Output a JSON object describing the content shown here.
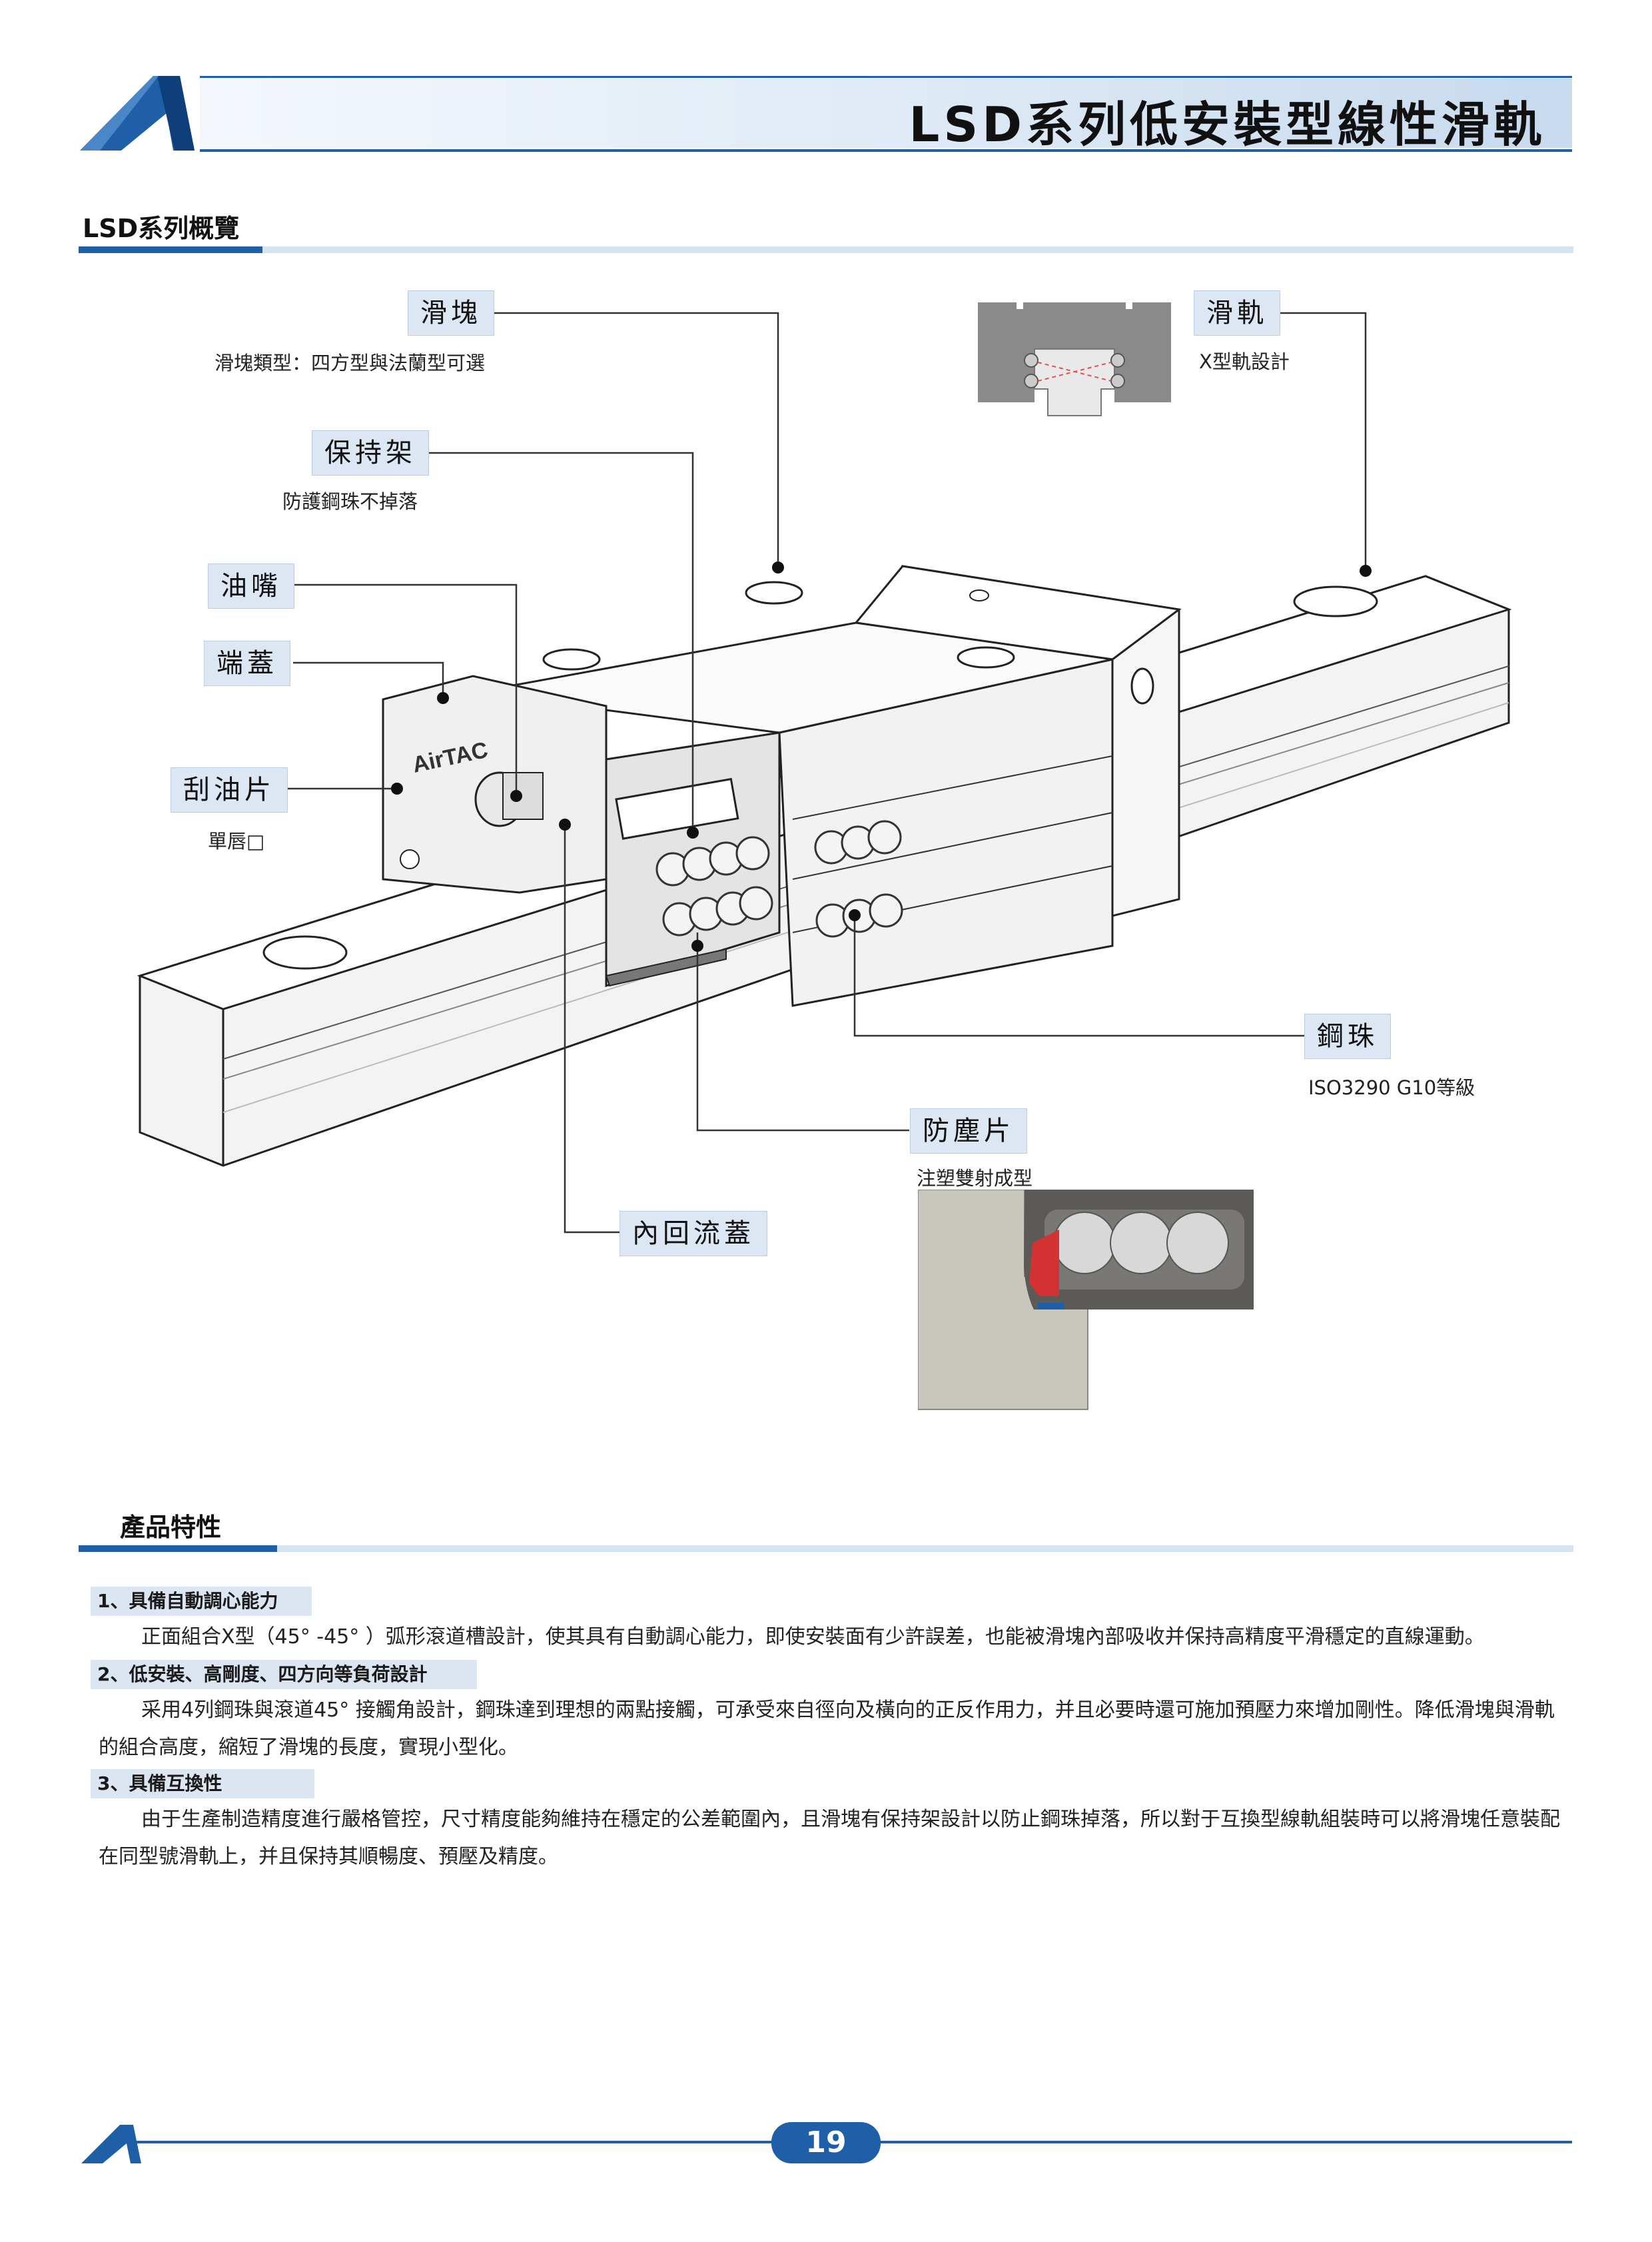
{
  "header": {
    "title": "LSD系列低安裝型線性滑軌"
  },
  "overview": {
    "heading": "LSD系列概覽",
    "callouts": {
      "block": {
        "label": "滑塊",
        "note": "滑塊類型：四方型與法蘭型可選"
      },
      "retainer": {
        "label": "保持架",
        "note": "防護鋼珠不掉落"
      },
      "grease_nipple": {
        "label": "油嘴"
      },
      "end_cap": {
        "label": "端蓋"
      },
      "scraper": {
        "label": "刮油片",
        "note": "單唇□"
      },
      "rail": {
        "label": "滑軌",
        "note": "X型軌設計"
      },
      "steel_ball": {
        "label": "鋼珠",
        "note": "ISO3290 G10等級"
      },
      "dust_seal": {
        "label": "防塵片",
        "note": "注塑雙射成型"
      },
      "return_cap": {
        "label": "內回流蓋"
      }
    },
    "brand_mark": "AirTAC"
  },
  "features": {
    "heading": "產品特性",
    "items": [
      {
        "title": "1、具備自動調心能力",
        "text": "正面組合X型（45° -45° ）弧形滾道槽設計，使其具有自動調心能力，即使安裝面有少許誤差，也能被滑塊內部吸收并保持高精度平滑穩定的直線運動。"
      },
      {
        "title": "2、低安裝、高剛度、四方向等負荷設計",
        "text": "采用4列鋼珠與滾道45° 接觸角設計，鋼珠達到理想的兩點接觸，可承受來自徑向及橫向的正反作用力，并且必要時還可施加預壓力來增加剛性。降低滑塊與滑軌的組合高度，縮短了滑塊的長度，實現小型化。"
      },
      {
        "title": "3、具備互換性",
        "text": "由于生產制造精度進行嚴格管控，尺寸精度能夠維持在穩定的公差範圍內，且滑塊有保持架設計以防止鋼珠掉落，所以對于互換型線軌組裝時可以將滑塊任意裝配在同型號滑軌上，并且保持其順暢度、預壓及精度。"
      }
    ]
  },
  "footer": {
    "page_number": "19"
  },
  "colors": {
    "brand_blue": "#1e5fa8",
    "label_bg": "#dce7f3",
    "rule_light": "#d6e4f2"
  }
}
